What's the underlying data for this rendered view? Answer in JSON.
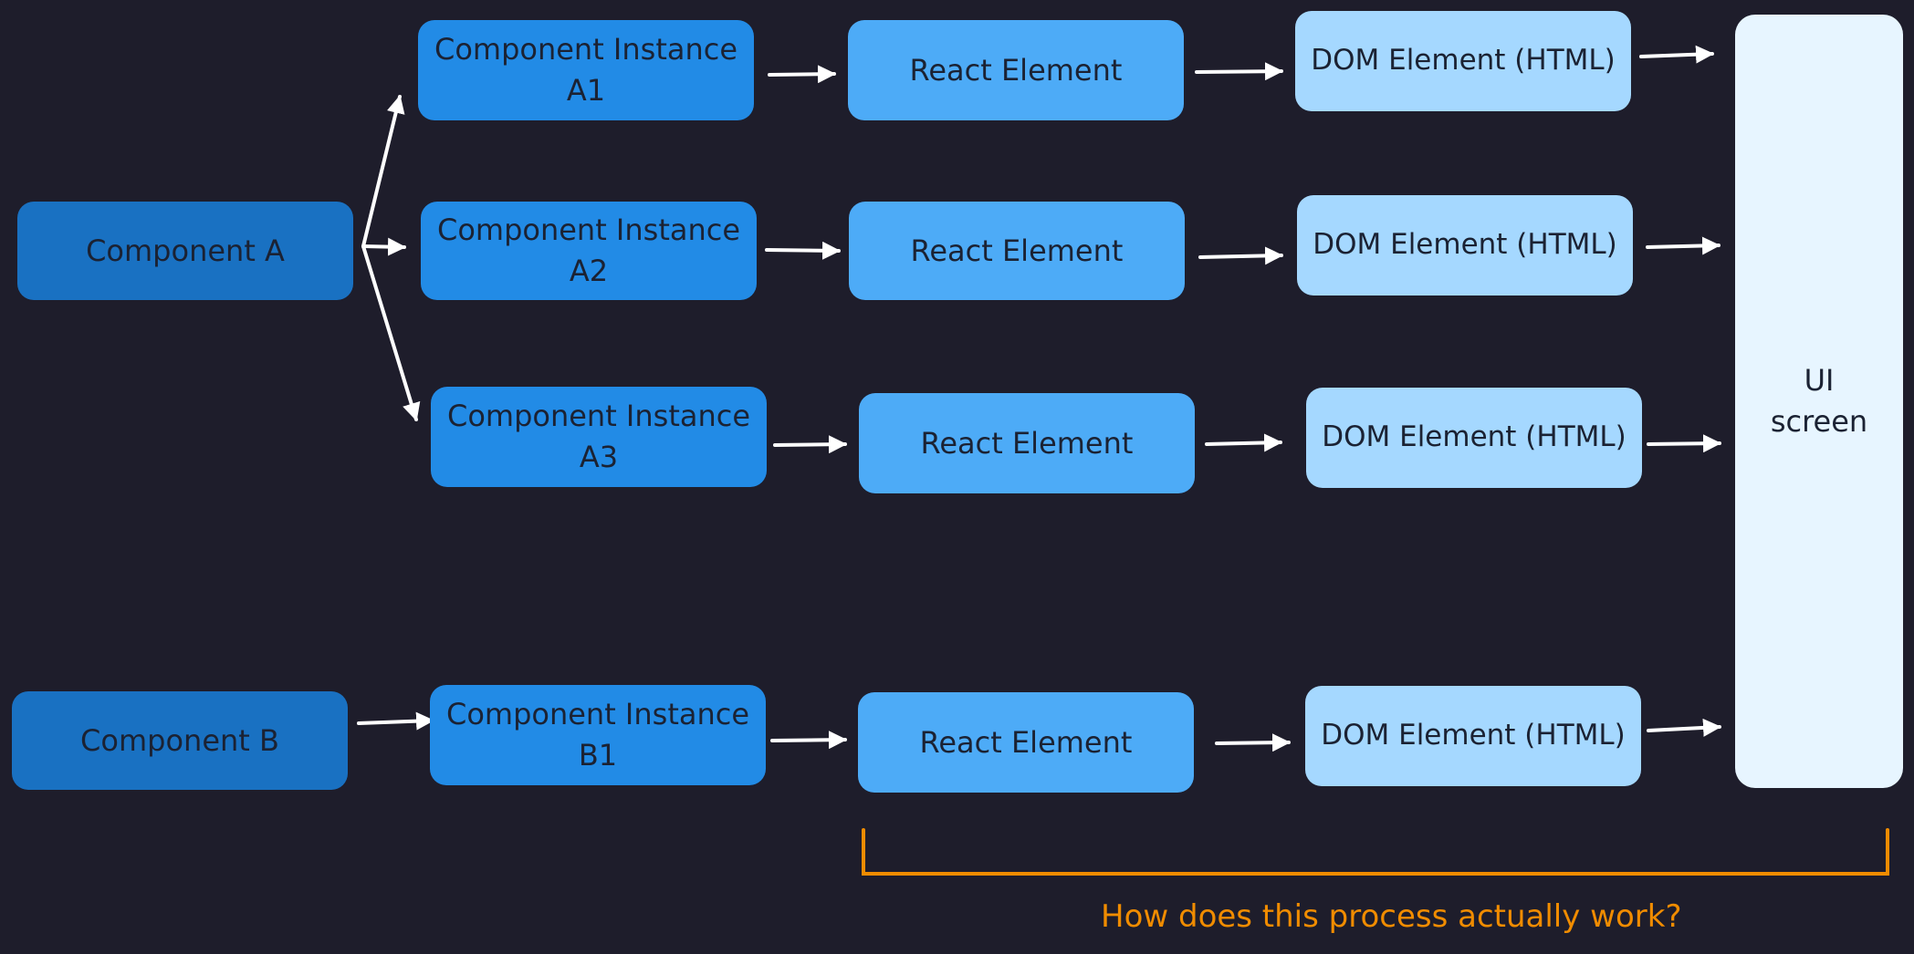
{
  "diagram": {
    "component_a": "Component A",
    "component_b": "Component B",
    "instance_a1": {
      "line1": "Component Instance",
      "line2": "A1"
    },
    "instance_a2": {
      "line1": "Component Instance",
      "line2": "A2"
    },
    "instance_a3": {
      "line1": "Component Instance",
      "line2": "A3"
    },
    "instance_b1": {
      "line1": "Component Instance",
      "line2": "B1"
    },
    "react_element": "React Element",
    "dom_element": "DOM Element (HTML)",
    "ui_screen": {
      "line1": "UI",
      "line2": "screen"
    },
    "caption": "How does this process actually work?"
  },
  "colors": {
    "background": "#1e1d2b",
    "component": "#1971c2",
    "instance": "#228be6",
    "react_element": "#4dabf7",
    "dom_element": "#a5d8ff",
    "ui_screen": "#e7f5ff",
    "arrow": "#ffffff",
    "bracket": "#f08c00"
  }
}
